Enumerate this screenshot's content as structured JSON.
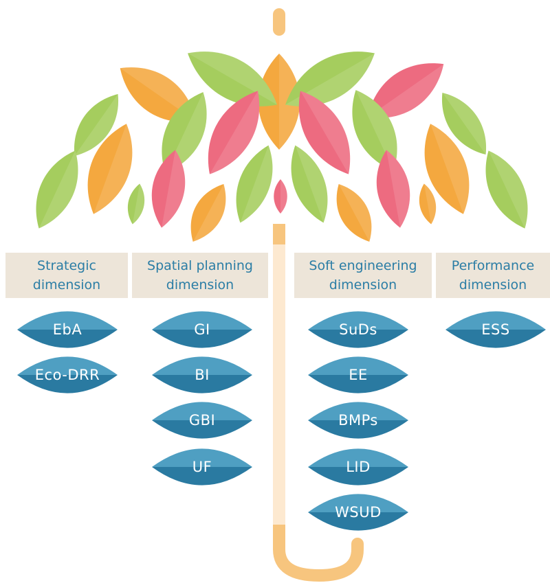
{
  "colors": {
    "green": "#a5cd5e",
    "orange": "#f4a83f",
    "pink": "#ed6b80",
    "handle": "#f7c57e",
    "shaft": "#fde9d0",
    "box": "#ede5d9",
    "label_blue": "#2b7da5",
    "lens_light": "#4f9fc2",
    "lens_dark": "#2a7aa1"
  },
  "dimensions": [
    {
      "label": "Strategic\ndimension",
      "terms": [
        "EbA",
        "Eco-DRR"
      ]
    },
    {
      "label": "Spatial planning\ndimension",
      "terms": [
        "GI",
        "BI",
        "GBI",
        "UF"
      ]
    },
    {
      "label": "Soft engineering\ndimension",
      "terms": [
        "SuDs",
        "EE",
        "BMPs",
        "LID",
        "WSUD"
      ]
    },
    {
      "label": "Performance\ndimension",
      "terms": [
        "ESS"
      ]
    }
  ]
}
